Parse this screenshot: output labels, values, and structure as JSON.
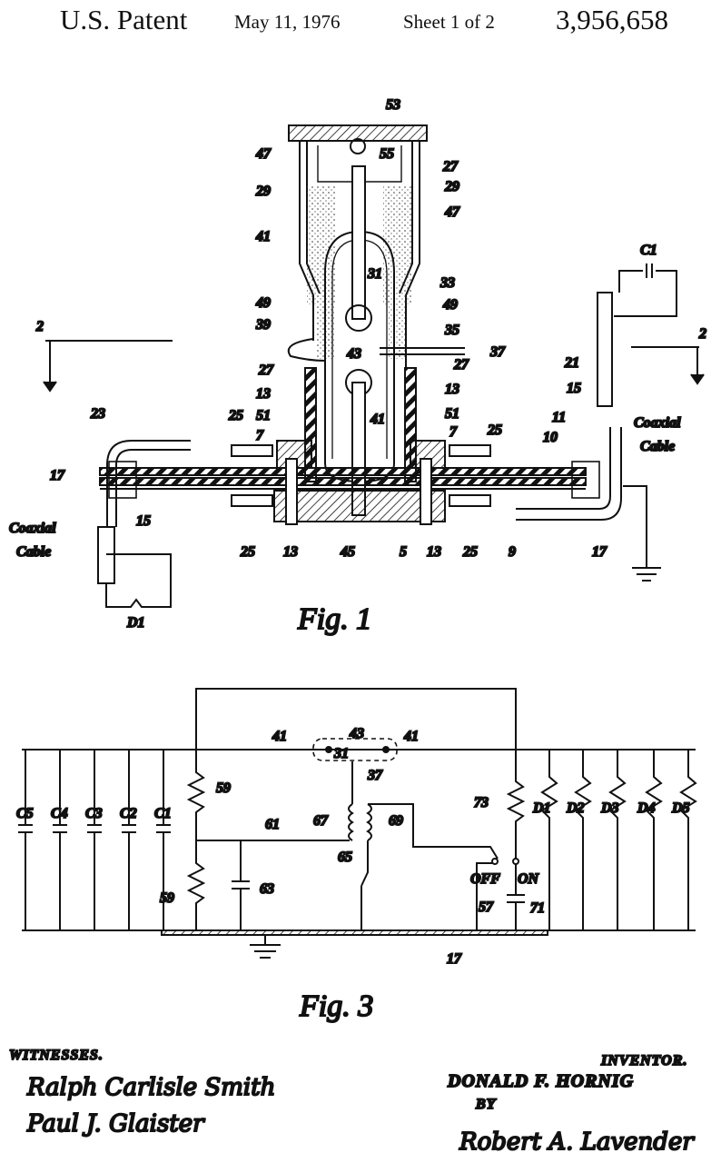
{
  "header": {
    "patent_label": "U.S. Patent",
    "date": "May 11, 1976",
    "sheet": "Sheet 1 of 2",
    "patent_number": "3,956,658"
  },
  "figure1": {
    "caption": "Fig. 1",
    "section_markers": [
      "2",
      "2"
    ],
    "coaxial_cable_left": [
      "Coaxial",
      "Cable"
    ],
    "coaxial_cable_right": [
      "Coaxial",
      "Cable"
    ],
    "labels": {
      "l53": "53",
      "l55": "55",
      "l47a": "47",
      "l47b": "47",
      "l27a": "27",
      "l27b": "27",
      "l27c": "27",
      "l29a": "29",
      "l29b": "29",
      "l41a": "41",
      "l41b": "41",
      "l31": "31",
      "l33": "33",
      "l49a": "49",
      "l49b": "49",
      "l39": "39",
      "l35": "35",
      "l37": "37",
      "l43": "43",
      "l13a": "13",
      "l13b": "13",
      "l13c": "13",
      "l13d": "13",
      "l51a": "51",
      "l51b": "51",
      "l7a": "7",
      "l7b": "7",
      "l25a": "25",
      "l25b": "25",
      "l25c": "25",
      "l25d": "25",
      "l23": "23",
      "l11": "11",
      "l10": "10",
      "l15a": "15",
      "l15b": "15",
      "l17a": "17",
      "l17b": "17",
      "l21": "21",
      "l45": "45",
      "l5": "5",
      "l9": "9",
      "lC1": "C1",
      "lD1": "D1"
    }
  },
  "figure3": {
    "caption": "Fig. 3",
    "capacitors": [
      "C5",
      "C4",
      "C3",
      "C2",
      "C1"
    ],
    "diodes": [
      "D1",
      "D2",
      "D3",
      "D4",
      "D5"
    ],
    "labels": {
      "l41a": "41",
      "l43": "43",
      "l31": "31",
      "l41b": "41",
      "l37": "37",
      "l59a": "59",
      "l59b": "59",
      "l61": "61",
      "l63": "63",
      "l67": "67",
      "l69": "69",
      "l65": "65",
      "l73": "73",
      "l57": "57",
      "l71": "71",
      "l17": "17",
      "off": "OFF",
      "on": "ON"
    }
  },
  "footer": {
    "witnesses_label": "WITNESSES.",
    "witness1_signature": "Ralph Carlisle Smith",
    "witness2_signature": "Paul J. Glaister",
    "inventor_label": "INVENTOR.",
    "inventor_name": "DONALD F. HORNIG",
    "by_label": "BY",
    "attorney_signature": "Robert A. Lavender"
  }
}
